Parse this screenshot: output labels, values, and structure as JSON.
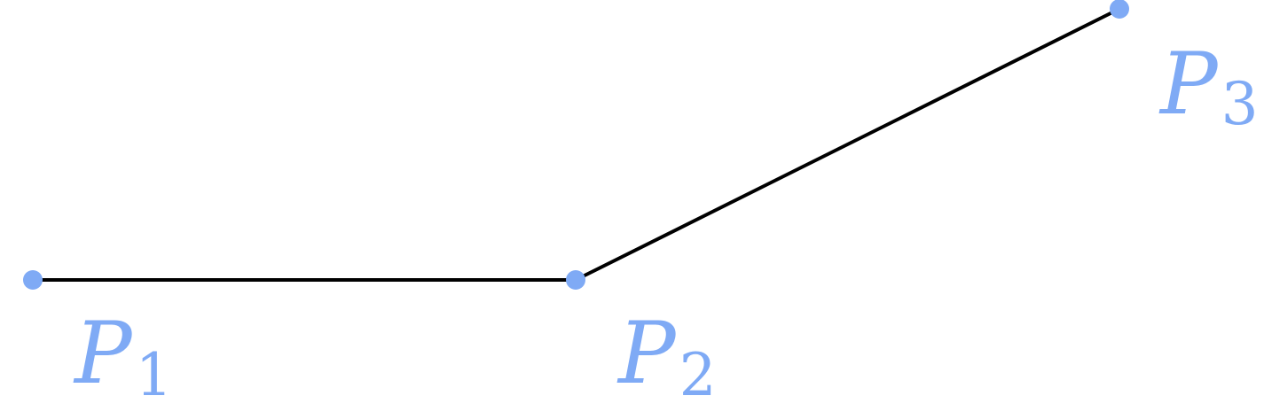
{
  "diagram": {
    "type": "polyline",
    "accent_color": "#7FAAF5",
    "line_color": "#000000",
    "points": [
      {
        "id": "p1",
        "letter": "P",
        "subscript": "1"
      },
      {
        "id": "p2",
        "letter": "P",
        "subscript": "2"
      },
      {
        "id": "p3",
        "letter": "P",
        "subscript": "3"
      }
    ],
    "segments": [
      {
        "from": "p1",
        "to": "p2"
      },
      {
        "from": "p2",
        "to": "p3"
      }
    ]
  }
}
